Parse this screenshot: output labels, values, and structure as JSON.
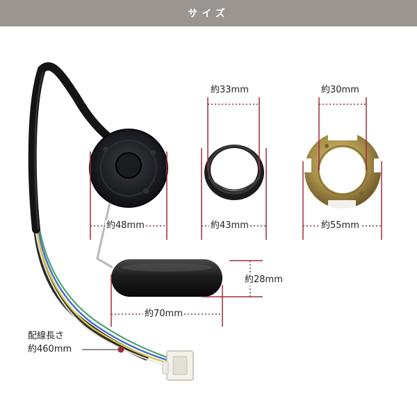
{
  "header": {
    "title": "サイズ"
  },
  "dimensions": {
    "gasket_inner": "約33mm",
    "ring_inner": "約30mm",
    "unit_flange": "約48mm",
    "gasket_outer": "約43mm",
    "ring_outer": "約55mm",
    "float_height": "約28mm",
    "float_length": "約70mm",
    "wire_label_line1": "配線長さ",
    "wire_label_line2": "約460mm"
  },
  "colors": {
    "header_bg": "#9b9591",
    "dimension_line": "#a12a3a",
    "dotted_line": "#7a3a44"
  }
}
